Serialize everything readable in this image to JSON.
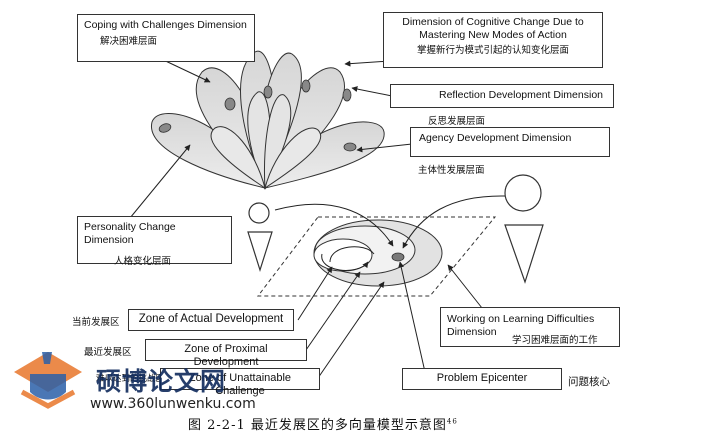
{
  "labels": {
    "coping_en": "Coping with Challenges Dimension",
    "coping_zh": "解决困难层面",
    "cognitive_en": "Dimension of Cognitive Change Due to Mastering New Modes of Action",
    "cognitive_zh": "掌握新行为模式引起的认知变化层面",
    "reflection_en": "Reflection Development Dimension",
    "reflection_zh": "反思发展层面",
    "agency_en": "Agency Development Dimension",
    "agency_zh": "主体性发展层面",
    "personality_en": "Personality Change Dimension",
    "personality_zh": "人格变化层面",
    "learning_en": "Working on Learning Difficulties Dimension",
    "learning_zh": "学习困难层面的工作",
    "actual_en": "Zone of Actual Development",
    "actual_zh": "当前发展区",
    "proximal_en": "Zone of Proximal Development",
    "proximal_zh": "最近发展区",
    "challenge_en": "Zone of Unattainable Challenge",
    "challenge_zh": "难以达到的挑战区",
    "epicenter_en": "Problem Epicenter",
    "epicenter_zh": "问题核心"
  },
  "watermark": {
    "name": "硕博论文网",
    "url": "www.360lunwenku.com"
  },
  "caption": {
    "text": "图 2-2-1 最近发展区的多向量模型示意图",
    "ref": "46"
  }
}
